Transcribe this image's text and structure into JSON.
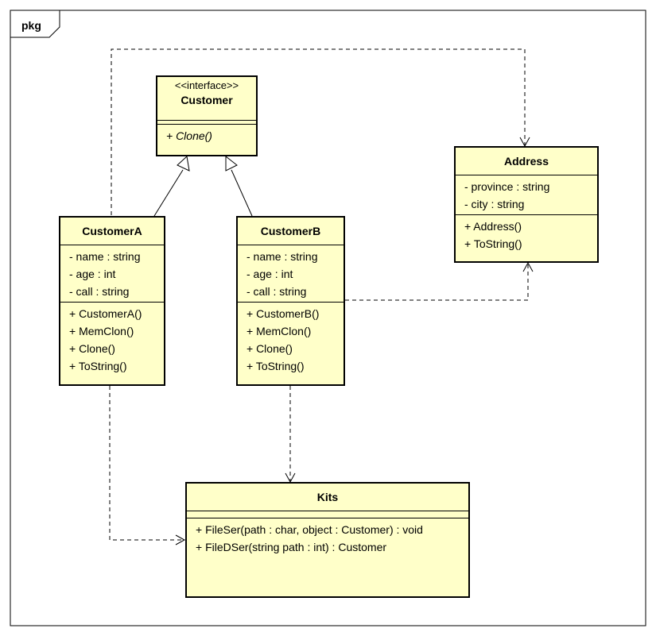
{
  "package": {
    "label": "pkg"
  },
  "classes": {
    "customer": {
      "stereotype": "<<interface>>",
      "name": "Customer",
      "operations": [
        "+ Clone()"
      ]
    },
    "customerA": {
      "name": "CustomerA",
      "attributes": [
        "- name : string",
        "- age : int",
        "- call : string"
      ],
      "operations": [
        "+ CustomerA()",
        "+ MemClon()",
        "+ Clone()",
        "+ ToString()"
      ]
    },
    "customerB": {
      "name": "CustomerB",
      "attributes": [
        "- name : string",
        "- age : int",
        "- call : string"
      ],
      "operations": [
        "+ CustomerB()",
        "+ MemClon()",
        "+ Clone()",
        "+ ToString()"
      ]
    },
    "address": {
      "name": "Address",
      "attributes": [
        "- province : string",
        "- city : string"
      ],
      "operations": [
        "+ Address()",
        "+ ToString()"
      ]
    },
    "kits": {
      "name": "Kits",
      "operations": [
        "+ FileSer(path : char, object : Customer) : void",
        "+ FileDSer(string path : int) : Customer"
      ]
    }
  },
  "colors": {
    "class_fill": "#ffffc9",
    "line": "#000000"
  }
}
